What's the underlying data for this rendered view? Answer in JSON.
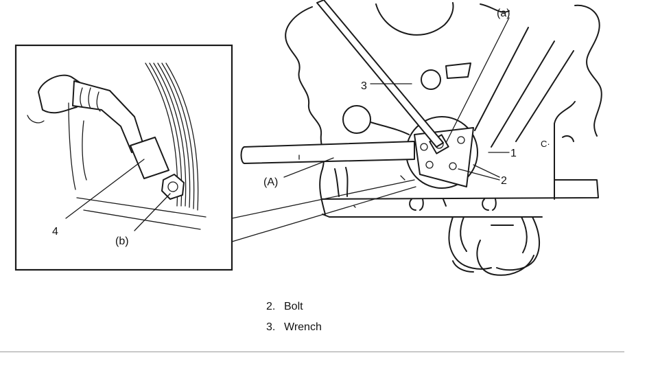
{
  "callouts": {
    "a_upper": "(a)",
    "part_3": "3",
    "part_1": "1",
    "part_2": "2",
    "A": "(A)",
    "part_4": "4",
    "b": "(b)",
    "c_mark": "C·"
  },
  "legend": [
    {
      "num": "2.",
      "text": "Bolt"
    },
    {
      "num": "3.",
      "text": "Wrench"
    }
  ]
}
